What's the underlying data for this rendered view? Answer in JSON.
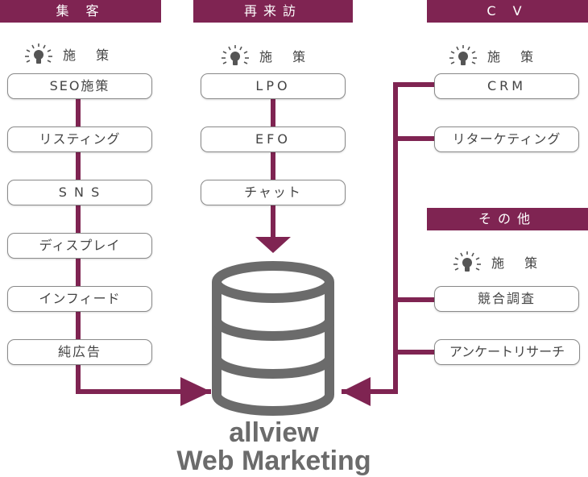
{
  "accent_color": "#7f2452",
  "columns": {
    "shukyaku": {
      "header": "集 客",
      "tip_label": "施 策",
      "items": [
        "SEO施策",
        "リスティング",
        "S N S",
        "ディスプレイ",
        "インフィード",
        "純広告"
      ]
    },
    "saihoumon": {
      "header": "再来訪",
      "tip_label": "施 策",
      "items": [
        "LPO",
        "EFO",
        "チャット"
      ]
    },
    "cv": {
      "header": "C V",
      "tip_label": "施 策",
      "items": [
        "CRM",
        "リターケティング"
      ]
    },
    "sonota": {
      "header": "その他",
      "tip_label": "施 策",
      "items": [
        "競合調査",
        "アンケートリサーチ"
      ]
    }
  },
  "logo": {
    "line1": "allview",
    "line2": "Web Marketing"
  }
}
